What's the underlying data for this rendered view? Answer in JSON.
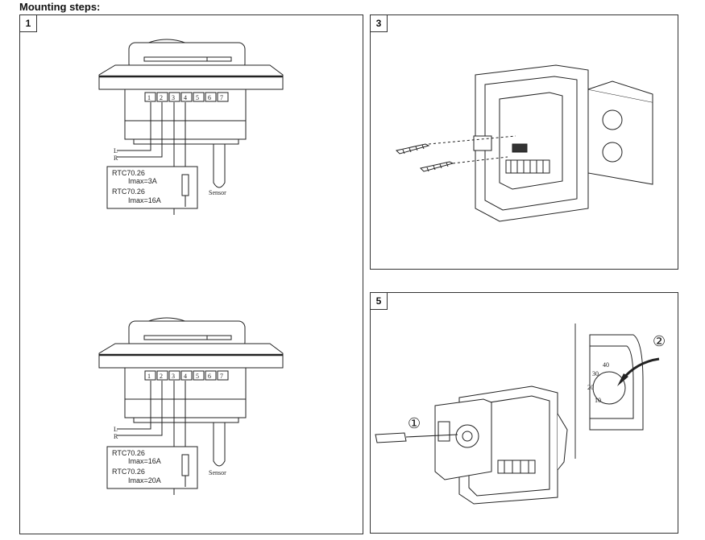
{
  "heading": "Mounting steps:",
  "panels": {
    "p1": {
      "number": "1"
    },
    "p3": {
      "number": "3"
    },
    "p5": {
      "number": "5"
    }
  },
  "terminals": [
    "1",
    "2",
    "3",
    "4",
    "5",
    "6",
    "7"
  ],
  "diagram_top": {
    "L": "L",
    "R": "R",
    "model1": "RTC70.26",
    "imax1": "Imax=3A",
    "model2": "RTC70.26",
    "imax2": "Imax=16A",
    "sensor": "Sensor"
  },
  "diagram_bottom": {
    "L": "L",
    "R": "R",
    "model1": "RTC70.26",
    "imax1": "Imax=16A",
    "model2": "RTC70.26",
    "imax2": "Imax=20A",
    "sensor": "Sensor"
  },
  "step5": {
    "callout1": "①",
    "callout2": "②",
    "dial": [
      "40",
      "30",
      "20",
      "10"
    ]
  }
}
